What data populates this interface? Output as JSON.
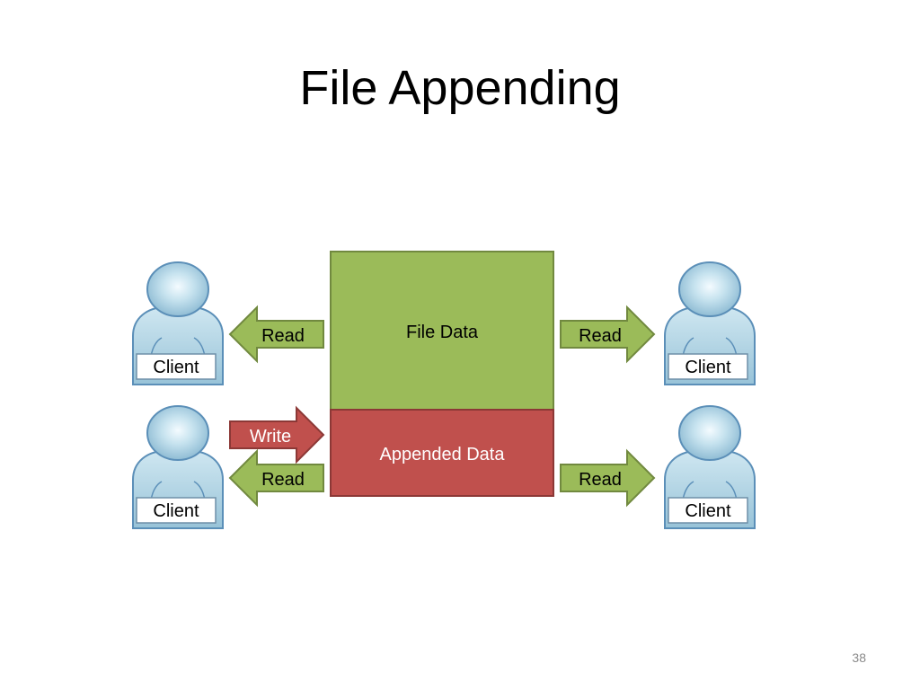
{
  "slide": {
    "title": "File Appending",
    "page_number": "38"
  },
  "diagram": {
    "file_data_label": "File Data",
    "appended_data_label": "Appended Data",
    "clients": [
      {
        "id": "top-left",
        "label": "Client"
      },
      {
        "id": "bottom-left",
        "label": "Client"
      },
      {
        "id": "top-right",
        "label": "Client"
      },
      {
        "id": "bottom-right",
        "label": "Client"
      }
    ],
    "arrows": [
      {
        "id": "read-top-left",
        "label": "Read",
        "direction": "left",
        "operation": "read"
      },
      {
        "id": "write-bottom-left",
        "label": "Write",
        "direction": "right",
        "operation": "write"
      },
      {
        "id": "read-bottom-left",
        "label": "Read",
        "direction": "left",
        "operation": "read"
      },
      {
        "id": "read-top-right",
        "label": "Read",
        "direction": "right",
        "operation": "read"
      },
      {
        "id": "read-bottom-right",
        "label": "Read",
        "direction": "right",
        "operation": "read"
      }
    ]
  },
  "colors": {
    "file_data_fill": "#9bbb59",
    "file_data_stroke": "#71893f",
    "appended_fill": "#c0504d",
    "appended_stroke": "#8c3836",
    "read_arrow_fill": "#9bbb59",
    "read_arrow_stroke": "#71893f",
    "write_arrow_fill": "#c0504d",
    "write_arrow_stroke": "#8c3836",
    "person_fill": "#a8cfe0",
    "person_stroke": "#5b8fb8"
  }
}
